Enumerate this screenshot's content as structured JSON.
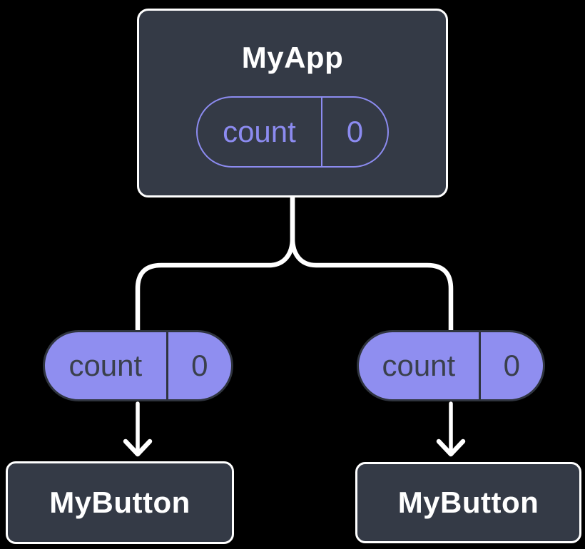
{
  "diagram": {
    "root_node": {
      "label": "MyApp",
      "pill": {
        "name": "count",
        "value": "0"
      }
    },
    "child_nodes": [
      {
        "label": "MyButton",
        "pill": {
          "name": "count",
          "value": "0"
        }
      },
      {
        "label": "MyButton",
        "pill": {
          "name": "count",
          "value": "0"
        }
      }
    ],
    "colors": {
      "background": "#000000",
      "node_fill": "#343a46",
      "node_border": "#ffffff",
      "node_text": "#ffffff",
      "accent_purple": "#8c8bf0",
      "pill_fill": "#8f8ef0",
      "pill_text": "#3a404c",
      "pill_border": "#2f343e",
      "connector": "#ffffff"
    }
  }
}
